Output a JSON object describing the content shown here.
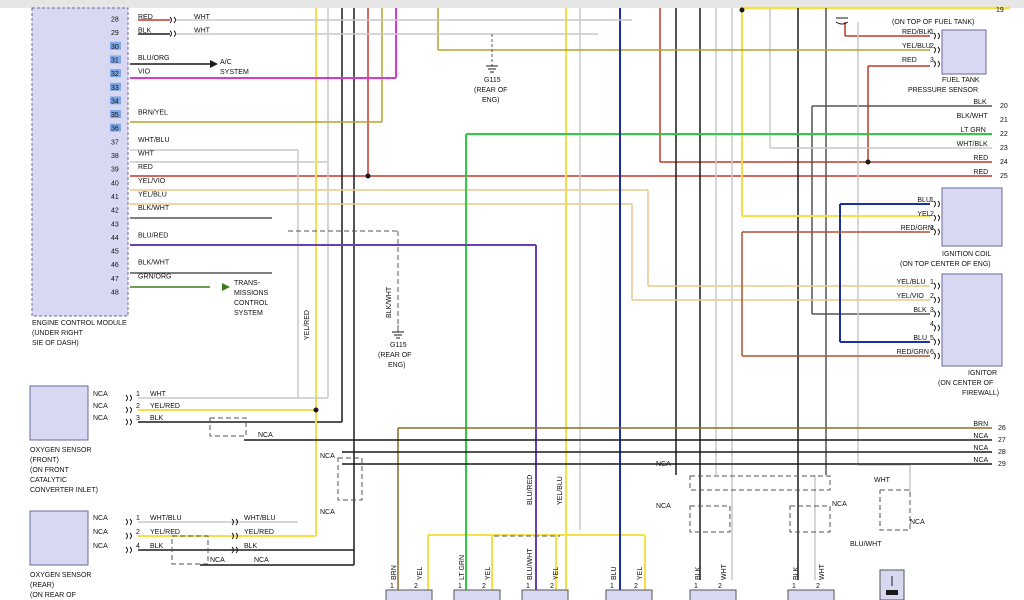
{
  "colors": {
    "red": "#c0392b",
    "black": "#1a1a1a",
    "white": "#c9c9c9",
    "gray": "#555555",
    "yellow": "#f5e04a",
    "olive": "#b5a42f",
    "magenta": "#d838d8",
    "green": "#2ecc40",
    "darkgreen": "#3a7d1f",
    "violet": "#6a3fb5",
    "blue": "#1d2fa8",
    "brown": "#8b6b2a",
    "tan": "#e8c98a",
    "redgrn": "#b2522e",
    "pink": "#ff7ab0",
    "lightblue": "#7fa7e8",
    "boxfill": "#d8d8f2"
  },
  "ecm": {
    "title": "ENGINE CONTROL MODULE",
    "location": [
      "(UNDER RIGHT",
      "SIE OF DASH)"
    ],
    "pins": [
      {
        "pin": "28",
        "wire": "RED",
        "far": "WHT",
        "highlight": false
      },
      {
        "pin": "29",
        "wire": "BLK",
        "far": "WHT",
        "highlight": false
      },
      {
        "pin": "30",
        "wire": "",
        "far": "",
        "highlight": true
      },
      {
        "pin": "31",
        "wire": "BLU/ORG",
        "far": "",
        "highlight": true
      },
      {
        "pin": "32",
        "wire": "VIO",
        "far": "",
        "highlight": true
      },
      {
        "pin": "33",
        "wire": "",
        "far": "",
        "highlight": true
      },
      {
        "pin": "34",
        "wire": "",
        "far": "",
        "highlight": true
      },
      {
        "pin": "35",
        "wire": "BRN/YEL",
        "far": "",
        "highlight": true
      },
      {
        "pin": "36",
        "wire": "",
        "far": "",
        "highlight": true
      },
      {
        "pin": "37",
        "wire": "WHT/BLU",
        "far": "",
        "highlight": false
      },
      {
        "pin": "38",
        "wire": "WHT",
        "far": "",
        "highlight": false
      },
      {
        "pin": "39",
        "wire": "RED",
        "far": "",
        "highlight": false
      },
      {
        "pin": "40",
        "wire": "YEL/VIO",
        "far": "",
        "highlight": false
      },
      {
        "pin": "41",
        "wire": "YEL/BLU",
        "far": "",
        "highlight": false
      },
      {
        "pin": "42",
        "wire": "BLK/WHT",
        "far": "",
        "highlight": false
      },
      {
        "pin": "43",
        "wire": "",
        "far": "",
        "highlight": false
      },
      {
        "pin": "44",
        "wire": "BLU/RED",
        "far": "",
        "highlight": false
      },
      {
        "pin": "45",
        "wire": "",
        "far": "",
        "highlight": false
      },
      {
        "pin": "46",
        "wire": "BLK/WHT",
        "far": "",
        "highlight": false
      },
      {
        "pin": "47",
        "wire": "GRN/ORG",
        "far": "",
        "highlight": false
      },
      {
        "pin": "48",
        "wire": "",
        "far": "",
        "highlight": false
      }
    ]
  },
  "ac_system": [
    "A/C",
    "SYSTEM"
  ],
  "trans": [
    "TRANS-",
    "MISSIONS",
    "CONTROL",
    "SYSTEM"
  ],
  "g115": {
    "name": "G115",
    "loc1": "(REAR OF",
    "loc2": "ENG)"
  },
  "g115b": {
    "name": "G115",
    "loc1": "(REAR OF",
    "loc2": "ENG)"
  },
  "blk_wht_v": "BLK/WHT",
  "yel_red_v": "YEL/RED",
  "fuel_tank_note": "(ON TOP OF FUEL TANK)",
  "top_pin_19": "19",
  "ftps": {
    "name": [
      "FUEL TANK",
      "PRESSURE SENSOR"
    ],
    "pins": [
      {
        "n": "1",
        "wire": "RED/BLK"
      },
      {
        "n": "2",
        "wire": "YEL/BLU"
      },
      {
        "n": "3",
        "wire": "RED"
      }
    ]
  },
  "right_pins": [
    {
      "n": "20",
      "wire": "BLK"
    },
    {
      "n": "21",
      "wire": "BLK/WHT"
    },
    {
      "n": "22",
      "wire": "LT GRN"
    },
    {
      "n": "23",
      "wire": "WHT/BLK"
    },
    {
      "n": "24",
      "wire": "RED"
    },
    {
      "n": "25",
      "wire": "RED"
    }
  ],
  "coil": {
    "name": "IGNITION COIL",
    "loc": "(ON TOP CENTER OF ENG)",
    "pins": [
      {
        "n": "1",
        "wire": "BLU"
      },
      {
        "n": "2",
        "wire": "YEL"
      },
      {
        "n": "3",
        "wire": "RED/GRN"
      }
    ]
  },
  "ignitor": {
    "name": [
      "IGNITOR",
      "(ON CENTER OF",
      "FIREWALL)"
    ],
    "pins": [
      {
        "n": "1",
        "wire": "YEL/BLU"
      },
      {
        "n": "2",
        "wire": "YEL/VIO"
      },
      {
        "n": "3",
        "wire": "BLK"
      },
      {
        "n": "4",
        "wire": ""
      },
      {
        "n": "5",
        "wire": "BLU"
      },
      {
        "n": "6",
        "wire": "RED/GRN"
      }
    ]
  },
  "bottom_right_pins": [
    {
      "n": "26",
      "wire": "BRN"
    },
    {
      "n": "27",
      "wire": "NCA"
    },
    {
      "n": "28",
      "wire": "NCA"
    },
    {
      "n": "29",
      "wire": "NCA"
    }
  ],
  "o2_front": {
    "name": [
      "OXYGEN SENSOR",
      "(FRONT)",
      "(ON FRONT",
      "CATALYTIC",
      "CONVERTER INLET)"
    ],
    "pins": [
      {
        "left": "NCA",
        "n": "1",
        "wire": "WHT"
      },
      {
        "left": "NCA",
        "n": "2",
        "wire": "YEL/RED"
      },
      {
        "left": "NCA",
        "n": "3",
        "wire": "BLK"
      }
    ],
    "nca": "NCA"
  },
  "o2_rear": {
    "name": [
      "OXYGEN SENSOR",
      "(REAR)",
      "(ON REAR OF"
    ],
    "pins": [
      {
        "left": "NCA",
        "n": "1",
        "wire": "WHT/BLU",
        "far": "WHT/BLU"
      },
      {
        "left": "NCA",
        "n": "2",
        "wire": "YEL/RED",
        "far": "YEL/RED"
      },
      {
        "left": "NCA",
        "n": "4",
        "wire": "BLK",
        "far": "BLK"
      }
    ],
    "nca": "NCA",
    "nca2": "NCA"
  },
  "misc_nca": [
    "NCA",
    "NCA",
    "NCA",
    "NCA",
    "NCA",
    "NCA",
    "NCA",
    "NCA"
  ],
  "blu_red_v": "BLU/RED",
  "yel_blu_v": "YEL/BLU",
  "wht_label": "WHT",
  "blu_wht_label": "BLU/WHT",
  "bottom_conns": [
    {
      "w1": "BRN",
      "w2": "YEL",
      "p1": "1",
      "p2": "2"
    },
    {
      "w1": "LT GRN",
      "w2": "YEL",
      "p1": "1",
      "p2": "2"
    },
    {
      "w1": "BLU/WHT",
      "w2": "YEL",
      "p1": "1",
      "p2": "2"
    },
    {
      "w1": "BLU",
      "w2": "YEL",
      "p1": "1",
      "p2": "2"
    },
    {
      "w1": "BLK",
      "w2": "WHT",
      "p1": "1",
      "p2": "2"
    },
    {
      "w1": "BLK",
      "w2": "WHT",
      "p1": "1",
      "p2": "2"
    }
  ]
}
